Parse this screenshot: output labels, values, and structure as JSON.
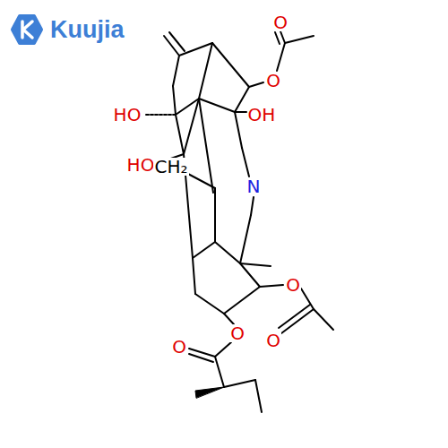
{
  "diagram": {
    "labels": [
      "Kuujia",
      "O",
      "O",
      "HO",
      "OH",
      "HO",
      "CH₂",
      "N",
      "O",
      "O",
      "O",
      "O"
    ]
  }
}
